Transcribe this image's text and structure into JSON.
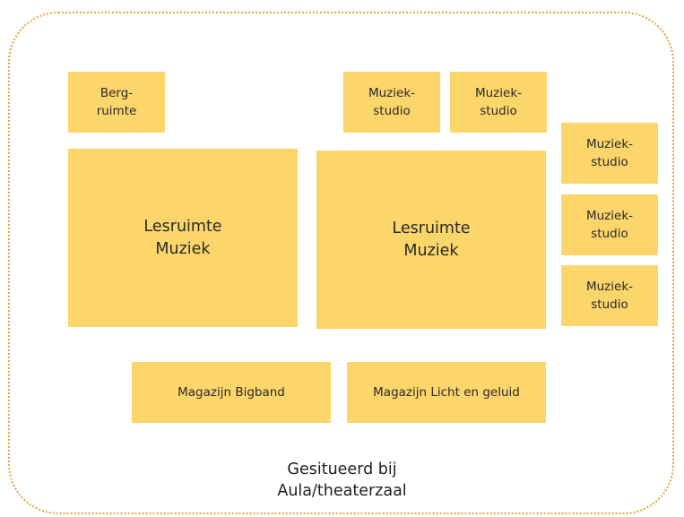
{
  "rooms": {
    "bergruimte": "Berg-\nruimte",
    "studio_top_1": "Muziek-\nstudio",
    "studio_top_2": "Muziek-\nstudio",
    "studio_right_1": "Muziek-\nstudio",
    "studio_right_2": "Muziek-\nstudio",
    "studio_right_3": "Muziek-\nstudio",
    "lesruimte_1": "Lesruimte\nMuziek",
    "lesruimte_2": "Lesruimte\nMuziek",
    "magazijn_bigband": "Magazijn Bigband",
    "magazijn_licht": "Magazijn Licht en geluid"
  },
  "caption": "Gesitueerd bij\nAula/theaterzaal",
  "colors": {
    "room_fill": "#fcd56b",
    "border": "#e0a63a"
  }
}
